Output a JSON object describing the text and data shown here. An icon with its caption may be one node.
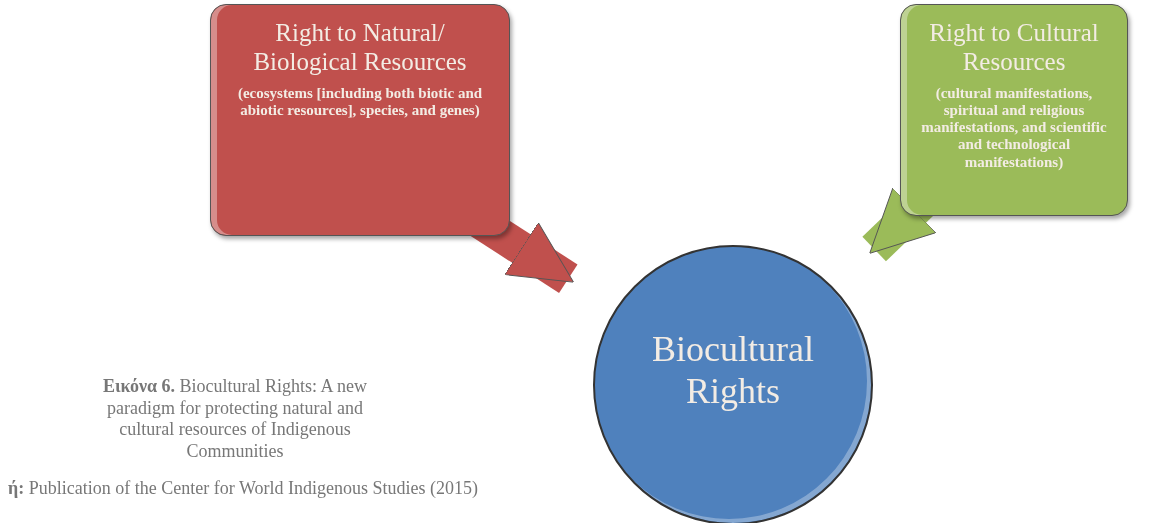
{
  "diagram": {
    "caption": "**Εικόνα 6.** Biocultural Rights: A new paradigm for protecting natural and cultural resources of Indigenous Communities",
    "nodes": [
      {
        "text": [
          "Right to Natural/ Biological Resources",
          "(ecosystems [including both biotic and abiotic resources], species, and genes)"
        ]
      },
      {
        "text": [
          "Right to Cultural Resources",
          "(cultural manifestations, spiritual and religious manifestations, and scientific and technological manifestations)"
        ]
      },
      {
        "text": [
          "Biocultural Rights"
        ]
      }
    ],
    "edges": [
      {
        "from": 0,
        "to": 2,
        "arrow": "to",
        "color": "#c0504d"
      },
      {
        "from": 1,
        "to": 2,
        "arrow": "to",
        "color": "#9bbb59"
      }
    ],
    "labels": [
      "**ή:** Publication of the Center for World Indigenous Studies (2015)"
    ]
  }
}
